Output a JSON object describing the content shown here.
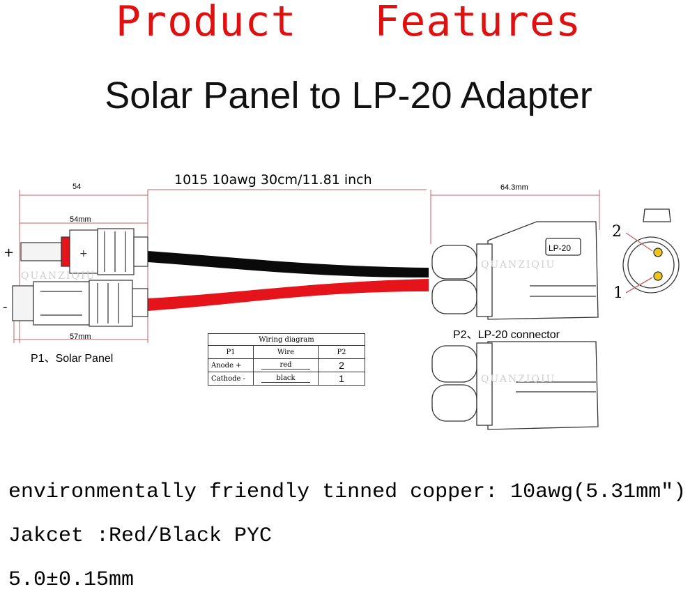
{
  "title": "Product   Features",
  "subtitle": "Solar Panel to LP-20 Adapter",
  "cable_label": "1015 10awg 30cm/11.81 inch",
  "dimensions": {
    "top_left": "54",
    "p1_inner": "54mm",
    "p1_bottom": "57mm",
    "p2_top": "64.3mm"
  },
  "polarity": {
    "plus": "+",
    "minus": "-"
  },
  "p1_label": "P1、Solar Panel",
  "p2_label": "P2、LP-20 connector",
  "connector_text": "LP-20",
  "pin_labels": {
    "pin2": "2",
    "pin1": "1"
  },
  "watermark": "QUANZIQIU",
  "wiring_diagram": {
    "caption": "Wiring diagram",
    "headers": [
      "P1",
      "Wire",
      "P2"
    ],
    "rows": [
      {
        "p1": "Anode +",
        "wire": "red",
        "p2": "2"
      },
      {
        "p1": "Cathode -",
        "wire": "black",
        "p2": "1"
      }
    ]
  },
  "specs": [
    "environmentally friendly tinned copper: 10awg(5.31mm\")",
    "Jakcet :Red/Black PYC",
    "5.0±0.15mm"
  ],
  "colors": {
    "title": "#e01010",
    "wire_red": "#e5141b",
    "wire_black": "#0a0a0a",
    "dimension": "#c06060"
  }
}
